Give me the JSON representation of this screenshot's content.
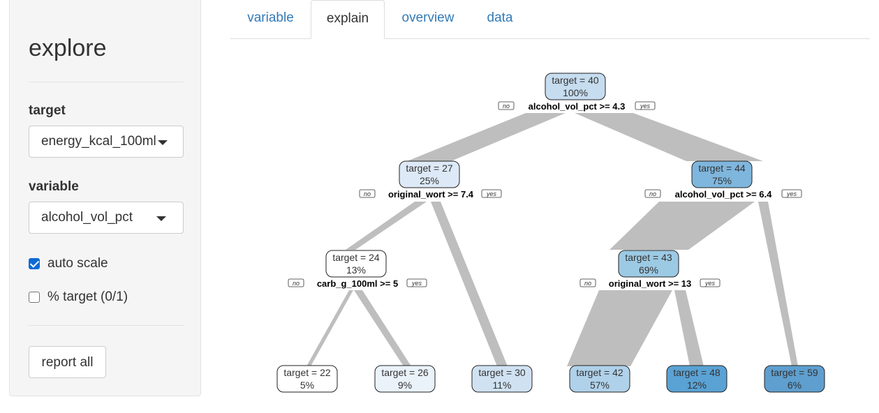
{
  "sidebar": {
    "title": "explore",
    "target_label": "target",
    "target_value": "energy_kcal_100ml",
    "variable_label": "variable",
    "variable_value": "alcohol_vol_pct",
    "auto_scale_label": "auto scale",
    "auto_scale_checked": true,
    "pct_target_label": "% target (0/1)",
    "pct_target_checked": false,
    "report_all_label": "report all"
  },
  "tabs": [
    {
      "label": "variable",
      "active": false
    },
    {
      "label": "explain",
      "active": true
    },
    {
      "label": "overview",
      "active": false
    },
    {
      "label": "data",
      "active": false
    }
  ],
  "tree": {
    "no_label": "no",
    "yes_label": "yes",
    "nodes": [
      {
        "id": "n1",
        "line1": "target = 40",
        "line2": "100%",
        "fill": "#c6dcef",
        "split": "alcohol_vol_pct >= 4.3"
      },
      {
        "id": "n2",
        "line1": "target = 27",
        "line2": "25%",
        "fill": "#dde9f6",
        "split": "original_wort >= 7.4"
      },
      {
        "id": "n3",
        "line1": "target = 44",
        "line2": "75%",
        "fill": "#7fb6dd",
        "split": "alcohol_vol_pct >= 6.4"
      },
      {
        "id": "n4",
        "line1": "target = 24",
        "line2": "13%",
        "fill": "#ffffff",
        "split": "carb_g_100ml >= 5"
      },
      {
        "id": "n5",
        "line1": "target = 43",
        "line2": "69%",
        "fill": "#9ccae4",
        "split": "original_wort >= 13"
      },
      {
        "id": "n6",
        "line1": "target = 22",
        "line2": "5%",
        "fill": "#ffffff"
      },
      {
        "id": "n7",
        "line1": "target = 26",
        "line2": "9%",
        "fill": "#eaf2fa"
      },
      {
        "id": "n8",
        "line1": "target = 30",
        "line2": "11%",
        "fill": "#d0e2f2"
      },
      {
        "id": "n9",
        "line1": "target = 42",
        "line2": "57%",
        "fill": "#b0d1ea"
      },
      {
        "id": "n10",
        "line1": "target = 48",
        "line2": "12%",
        "fill": "#5aa2d4"
      },
      {
        "id": "n11",
        "line1": "target = 59",
        "line2": "6%",
        "fill": "#5e9fcf"
      }
    ]
  }
}
